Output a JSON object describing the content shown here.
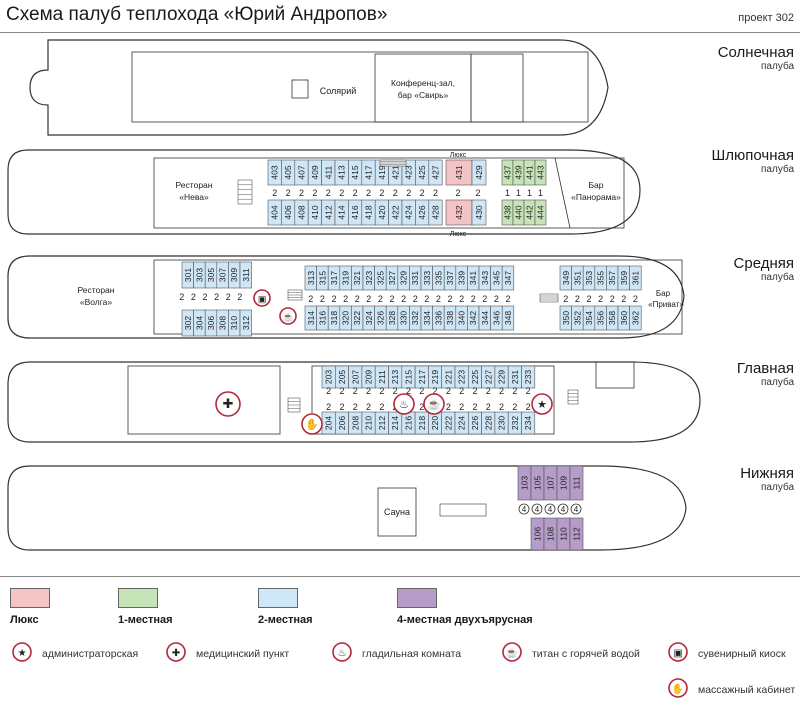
{
  "title": "Схема палуб теплохода «Юрий Андропов»",
  "project": "проект 302",
  "colors": {
    "lux": "#f4c3c6",
    "single": "#c7e4b8",
    "double": "#cfe6f7",
    "quad": "#b59cc9",
    "icon": "#b3283a",
    "line": "#333333"
  },
  "decks": {
    "sun": {
      "name": "Солнечная",
      "sub": "палуба",
      "solarium": "Солярий",
      "conf_line1": "Конференц-зал,",
      "conf_line2": "бар «Свирь»"
    },
    "boat": {
      "name": "Шлюпочная",
      "sub": "палуба",
      "rest_line1": "Ресторан",
      "rest_line2": "«Нева»",
      "bar_line1": "Бар",
      "bar_line2": "«Панорама»",
      "lux_top": "Люкс",
      "lux_bottom": "Люкс",
      "top_double": [
        "403",
        "405",
        "407",
        "409",
        "411",
        "413",
        "415",
        "417",
        "419",
        "421",
        "423",
        "425",
        "427"
      ],
      "bottom_double": [
        "404",
        "406",
        "408",
        "410",
        "412",
        "414",
        "416",
        "418",
        "420",
        "422",
        "424",
        "426",
        "428"
      ],
      "lux_cabins": [
        "431",
        "432"
      ],
      "after_lux_top": "429",
      "after_lux_bottom": "430",
      "single_top": [
        "437",
        "439",
        "441",
        "443"
      ],
      "single_bottom": [
        "438",
        "440",
        "442",
        "444"
      ],
      "bed_marks": [
        "2",
        "2",
        "2",
        "2",
        "2",
        "2",
        "2",
        "2",
        "2",
        "2",
        "2",
        "2",
        "2",
        "2",
        "2",
        "2"
      ],
      "single_marks": [
        "1",
        "1",
        "1",
        "1"
      ]
    },
    "middle": {
      "name": "Средняя",
      "sub": "палуба",
      "rest_line1": "Ресторан",
      "rest_line2": "«Волга»",
      "bar_line1": "Бар",
      "bar_line2": "«Приват»",
      "left_top": [
        "301",
        "303",
        "305",
        "307",
        "309",
        "311"
      ],
      "left_bottom": [
        "302",
        "304",
        "306",
        "308",
        "310",
        "312"
      ],
      "mid_top": [
        "313",
        "315",
        "317",
        "319",
        "321",
        "323",
        "325",
        "327",
        "329",
        "331",
        "333",
        "335",
        "337",
        "339",
        "341",
        "343",
        "345",
        "347"
      ],
      "mid_bottom": [
        "314",
        "316",
        "318",
        "320",
        "322",
        "324",
        "326",
        "328",
        "330",
        "332",
        "334",
        "336",
        "338",
        "340",
        "342",
        "344",
        "346",
        "348"
      ],
      "right_top": [
        "349",
        "351",
        "353",
        "355",
        "357",
        "359",
        "361"
      ],
      "right_bottom": [
        "350",
        "352",
        "354",
        "356",
        "358",
        "360",
        "362"
      ],
      "bed_mark": "2"
    },
    "main": {
      "name": "Главная",
      "sub": "палуба",
      "top": [
        "203",
        "205",
        "207",
        "209",
        "211",
        "213",
        "215",
        "217",
        "219",
        "221",
        "223",
        "225",
        "227",
        "229",
        "231",
        "233"
      ],
      "bottom": [
        "204",
        "206",
        "208",
        "210",
        "212",
        "214",
        "216",
        "218",
        "220",
        "222",
        "224",
        "226",
        "228",
        "230",
        "232",
        "234"
      ],
      "bed_mark": "2"
    },
    "lower": {
      "name": "Нижняя",
      "sub": "палуба",
      "sauna": "Сауна",
      "top": [
        "103",
        "105",
        "107",
        "109",
        "111"
      ],
      "bottom": [
        "106",
        "108",
        "110",
        "112"
      ],
      "quad_mark": "4"
    }
  },
  "legend": {
    "lux": "Люкс",
    "single": "1-местная",
    "double": "2-местная",
    "quad": "4-местная двухъярусная",
    "icons": {
      "admin": "администраторская",
      "medical": "медицинский пункт",
      "ironing": "гладильная комната",
      "boiler": "титан с горячей водой",
      "souvenir": "сувенирный киоск",
      "massage": "массажный кабинет"
    }
  }
}
